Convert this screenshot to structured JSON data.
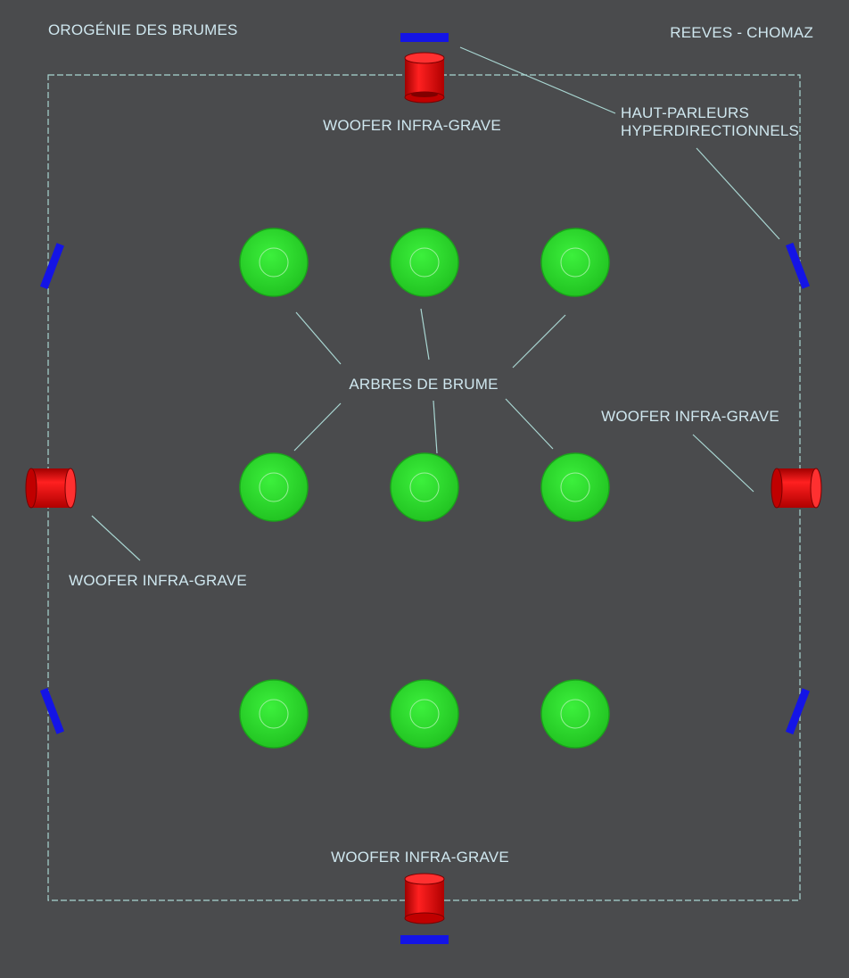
{
  "header": {
    "title_left": "OROGÉNIE DES BRUMES",
    "title_right": "REEVES - CHOMAZ"
  },
  "labels": {
    "woofer_top": "WOOFER INFRA-GRAVE",
    "woofer_right": "WOOFER INFRA-GRAVE",
    "woofer_left": "WOOFER INFRA-GRAVE",
    "woofer_bottom": "WOOFER INFRA-GRAVE",
    "speakers_line1": "HAUT-PARLEURS",
    "speakers_line2": "HYPERDIRECTIONNELS",
    "trees": "ARBRES DE BRUME"
  },
  "colors": {
    "background": "#4a4b4d",
    "tree_fill": "#2fdc2f",
    "woofer_fill": "#e00000",
    "speaker_fill": "#1414e6",
    "text": "#cfe7ef",
    "line": "#a9d6d2"
  }
}
